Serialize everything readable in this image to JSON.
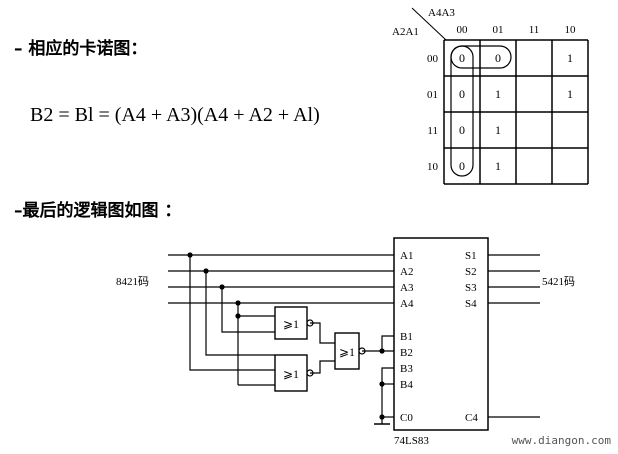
{
  "heading1": "– 相应的卡诺图：",
  "formula": "B2 = Bl = (A4 + A3)(A4 + A2 + Al)",
  "heading2": "–最后的逻辑图如图 ：",
  "kmap": {
    "col_var": "A4A3",
    "row_var": "A2A1",
    "col_headers": [
      "00",
      "01",
      "11",
      "10"
    ],
    "row_headers": [
      "00",
      "01",
      "11",
      "10"
    ],
    "cells": [
      [
        "0",
        "0",
        "",
        "1"
      ],
      [
        "0",
        "1",
        "",
        "1"
      ],
      [
        "0",
        "1",
        "",
        ""
      ],
      [
        "0",
        "1",
        "",
        ""
      ]
    ]
  },
  "circuit": {
    "input_label": "8421码",
    "output_label": "5421码",
    "chip_name": "74LS83",
    "left_pins": [
      "A1",
      "A2",
      "A3",
      "A4",
      "B1",
      "B2",
      "B3",
      "B4",
      "C0"
    ],
    "right_pins": [
      "S1",
      "S2",
      "S3",
      "S4",
      "C4"
    ],
    "gate_label": "⩾1"
  },
  "watermark": "www.diangon.com"
}
